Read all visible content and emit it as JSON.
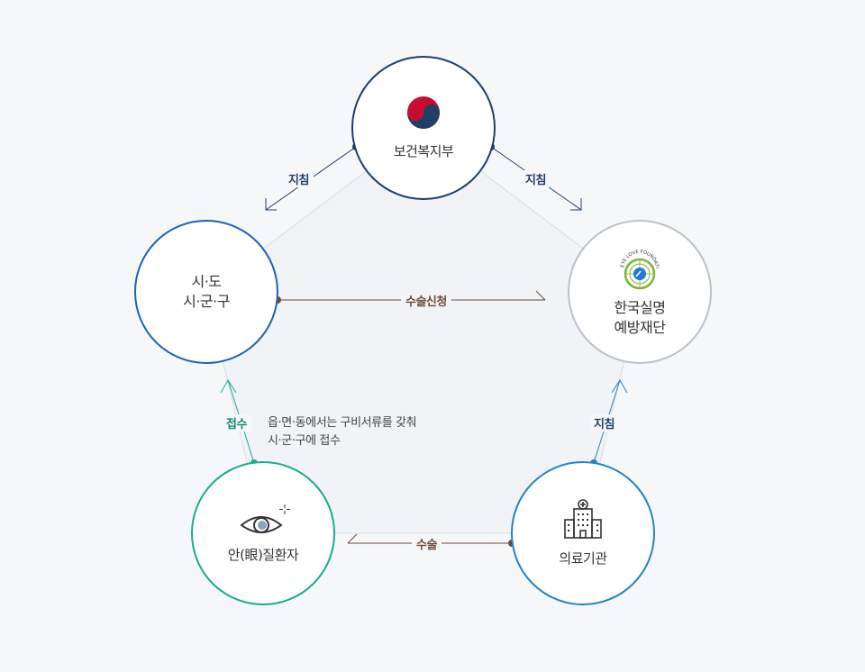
{
  "nodes": {
    "mohw": {
      "label": "보건복지부",
      "icon": "taegeuk-emblem-icon"
    },
    "city": {
      "line1": "시·도",
      "line2": "시·군·구"
    },
    "foundation": {
      "line1": "한국실명",
      "line2": "예방재단",
      "icon": "eye-love-foundation-logo",
      "logo_text": "EYE LOVE FOUNDATION"
    },
    "patient": {
      "label": "안(眼)질환자",
      "icon": "eye-icon"
    },
    "hospital": {
      "label": "의료기관",
      "icon": "hospital-building-icon"
    }
  },
  "edges": {
    "mohw_to_city": "지침",
    "mohw_to_foundation": "지침",
    "city_to_foundation": "수술신청",
    "hospital_to_patient": "수술",
    "hospital_to_foundation": "지침",
    "patient_to_city": "접수"
  },
  "note": {
    "line1": "읍·면·동에서는 구비서류를 갖춰",
    "line2": "시·군·구에 접수"
  },
  "colors": {
    "navy": "#1f3f66",
    "brown": "#6b4b3c",
    "green": "#19ad8d",
    "blue": "#2384c6",
    "city_blue": "#1c64b5",
    "gray": "#b9c2cc",
    "background": "#f6f7f9"
  }
}
